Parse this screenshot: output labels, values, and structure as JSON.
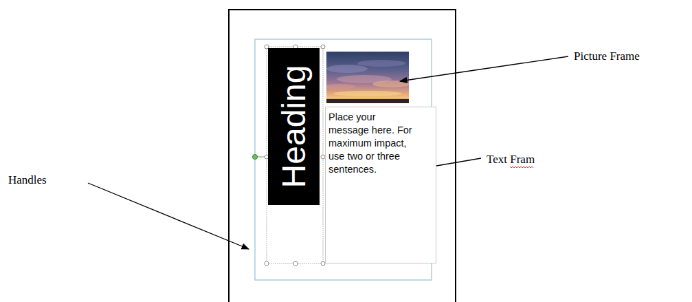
{
  "diagram": {
    "nodes": [
      {
        "text": [
          "Heading"
        ]
      },
      {
        "text": [
          "Place your message here. For maximum impact, use two or three sentences."
        ]
      }
    ],
    "labels": [
      "Picture Frame",
      "Text Fram",
      "Handles"
    ]
  }
}
